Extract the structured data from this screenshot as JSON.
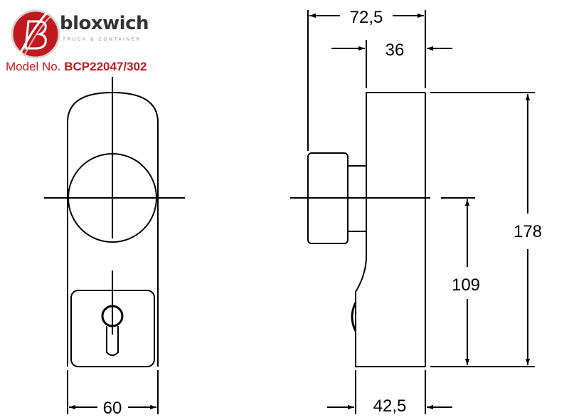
{
  "brand": {
    "name": "bloxwich",
    "tagline": "TRUCK & CONTAINER",
    "logo_icon": "bloxwich-b-logo-icon",
    "logo_color": "#c0191f"
  },
  "model": {
    "label": "Model No.",
    "number": "BCP22047/302"
  },
  "dimensions": {
    "front_width": "60",
    "total_depth": "72,5",
    "body_depth": "36",
    "base_depth": "42,5",
    "total_height": "178",
    "center_height": "109"
  },
  "colors": {
    "line": "#000000",
    "accent": "#c0191f",
    "text_gray": "#333333"
  }
}
